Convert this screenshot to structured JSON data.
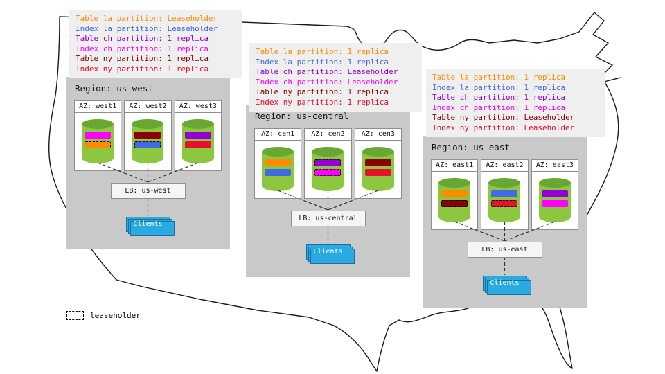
{
  "key": {
    "label": "leaseholder"
  },
  "regions": [
    {
      "name": "us-west",
      "title": "Region: us-west",
      "legend": [
        {
          "text": "Table la partition: Leaseholder",
          "color": "#FF8C00"
        },
        {
          "text": "Index la partition: Leaseholder",
          "color": "#4169E1"
        },
        {
          "text": "Table ch partition: 1 replica",
          "color": "#9400D3"
        },
        {
          "text": "Index ch partition: 1 replica",
          "color": "#FF00FF"
        },
        {
          "text": "Table ny partition: 1 replica",
          "color": "#8B0000"
        },
        {
          "text": "Index ny partition: 1 replica",
          "color": "#E8112D"
        }
      ],
      "azs": [
        {
          "label": "AZ: west1",
          "bars": [
            {
              "partition": "Index ch",
              "color": "#FF00FF",
              "leaseholder": false
            },
            {
              "partition": "Table la",
              "color": "#FF8C00",
              "leaseholder": true
            }
          ]
        },
        {
          "label": "AZ: west2",
          "bars": [
            {
              "partition": "Table ny",
              "color": "#8B0000",
              "leaseholder": false
            },
            {
              "partition": "Index la",
              "color": "#4169E1",
              "leaseholder": true
            }
          ]
        },
        {
          "label": "AZ: west3",
          "bars": [
            {
              "partition": "Table ch",
              "color": "#9400D3",
              "leaseholder": false
            },
            {
              "partition": "Index ny",
              "color": "#E8112D",
              "leaseholder": false
            }
          ]
        }
      ],
      "lb_label": "LB: us-west",
      "clients_label": "Clients"
    },
    {
      "name": "us-central",
      "title": "Region: us-central",
      "legend": [
        {
          "text": "Table la partition: 1 replica",
          "color": "#FF8C00"
        },
        {
          "text": "Index la partition: 1 replica",
          "color": "#4169E1"
        },
        {
          "text": "Table ch partition: Leaseholder",
          "color": "#9400D3"
        },
        {
          "text": "Index ch partition: Leaseholder",
          "color": "#FF00FF"
        },
        {
          "text": "Table ny partition: 1 replica",
          "color": "#8B0000"
        },
        {
          "text": "Index ny partition: 1 replica",
          "color": "#E8112D"
        }
      ],
      "azs": [
        {
          "label": "AZ: cen1",
          "bars": [
            {
              "partition": "Table la",
              "color": "#FF8C00",
              "leaseholder": false
            },
            {
              "partition": "Index la",
              "color": "#4169E1",
              "leaseholder": false
            }
          ]
        },
        {
          "label": "AZ: cen2",
          "bars": [
            {
              "partition": "Table ch",
              "color": "#9400D3",
              "leaseholder": true
            },
            {
              "partition": "Index ch",
              "color": "#FF00FF",
              "leaseholder": true
            }
          ]
        },
        {
          "label": "AZ: cen3",
          "bars": [
            {
              "partition": "Table ny",
              "color": "#8B0000",
              "leaseholder": false
            },
            {
              "partition": "Index ny",
              "color": "#E8112D",
              "leaseholder": false
            }
          ]
        }
      ],
      "lb_label": "LB: us-central",
      "clients_label": "Clients"
    },
    {
      "name": "us-east",
      "title": "Region: us-east",
      "legend": [
        {
          "text": "Table la partition: 1 replica",
          "color": "#FF8C00"
        },
        {
          "text": "Index la partition: 1 replica",
          "color": "#4169E1"
        },
        {
          "text": "Table ch partition: 1 replica",
          "color": "#9400D3"
        },
        {
          "text": "Index ch partition: 1 replica",
          "color": "#FF00FF"
        },
        {
          "text": "Table ny partition: Leaseholder",
          "color": "#8B0000"
        },
        {
          "text": "Index ny partition: Leaseholder",
          "color": "#E8112D"
        }
      ],
      "azs": [
        {
          "label": "AZ: east1",
          "bars": [
            {
              "partition": "Table la",
              "color": "#FF8C00",
              "leaseholder": false
            },
            {
              "partition": "Table ny",
              "color": "#8B0000",
              "leaseholder": true
            }
          ]
        },
        {
          "label": "AZ: east2",
          "bars": [
            {
              "partition": "Index la",
              "color": "#4169E1",
              "leaseholder": false
            },
            {
              "partition": "Index ny",
              "color": "#E8112D",
              "leaseholder": true
            }
          ]
        },
        {
          "label": "AZ: east3",
          "bars": [
            {
              "partition": "Table ch",
              "color": "#9400D3",
              "leaseholder": false
            },
            {
              "partition": "Index ch",
              "color": "#FF00FF",
              "leaseholder": false
            }
          ]
        }
      ],
      "lb_label": "LB: us-east",
      "clients_label": "Clients"
    }
  ]
}
